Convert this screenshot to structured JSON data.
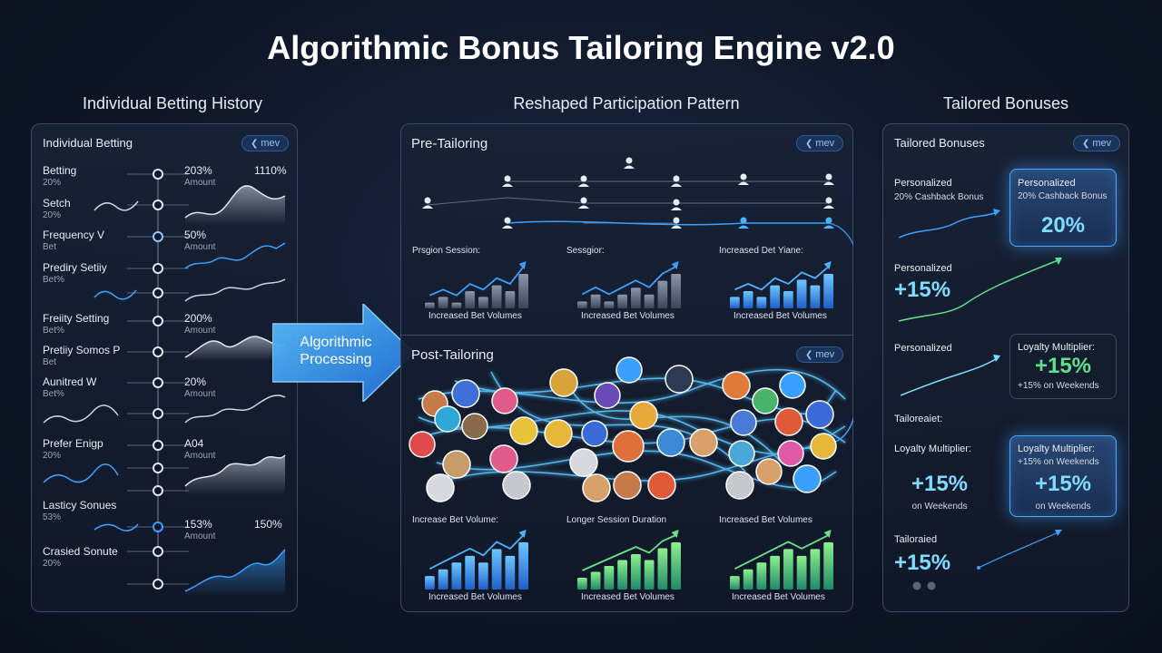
{
  "title": "Algorithmic Bonus Tailoring Engine v2.0",
  "columns": {
    "left": "Individual Betting History",
    "middle": "Reshaped Participation Pattern",
    "right": "Tailored Bonuses"
  },
  "left_panel": {
    "title": "Individual Betting",
    "pill": "mev",
    "rows": [
      {
        "label": "Betting",
        "sub": "20%",
        "pct": "203%",
        "amt": "Amount",
        "pct2": "1110%"
      },
      {
        "label": "Setch",
        "sub": "20%"
      },
      {
        "label": "Frequency   V",
        "sub": "Bet",
        "pct": "50%",
        "amt": "Amount"
      },
      {
        "label": "Prediry Setiiy",
        "sub": "Bet%"
      },
      {
        "label": "Freiity Setting",
        "sub": "Bet%",
        "pct": "200%",
        "amt": "Amount"
      },
      {
        "label": "Pretiiy Somos P",
        "sub": "Bet"
      },
      {
        "label": "Aunitred W",
        "sub": "Bet%",
        "pct": "20%",
        "amt": "Amount"
      },
      {
        "label": "Prefer Enigp",
        "sub": "20%",
        "pct": "A04",
        "amt": "Amount"
      },
      {
        "label": "Lasticy Sonues",
        "sub": "53%",
        "pct": "153%",
        "amt": "Amount",
        "pct2": "150%"
      },
      {
        "label": "Crasied Sonute",
        "sub": "20%"
      }
    ]
  },
  "arrow": {
    "line1": "Algorithmic",
    "line2": "Processing"
  },
  "pre": {
    "title": "Pre-Tailoring",
    "pill": "mev",
    "charts": [
      {
        "title": "Prsgion Session:",
        "caption": "Increased Bet Volumes"
      },
      {
        "title": "Sessgior:",
        "caption": "Increased Bet Volumes"
      },
      {
        "title": "Increased Det Yiane:",
        "caption": "Increased Bet Volumes"
      }
    ]
  },
  "post": {
    "title": "Post-Tailoring",
    "pill": "mev",
    "charts": [
      {
        "title": "Increase Bet Volume:",
        "caption": "Increased Bet Volumes"
      },
      {
        "title": "Longer Session Duration",
        "caption": "Increased Bet Volumes"
      },
      {
        "title": "Increased Bet Volumes",
        "caption": "Increased Bet Volumes"
      }
    ]
  },
  "right_panel": {
    "title": "Tailored Bonuses",
    "pill": "mev",
    "r1_label1": "Personalized",
    "r1_label2": "20% Cashback Bonus",
    "card1_title": "Personalized",
    "card1_sub": "20% Cashback Bonus",
    "card1_value": "20%",
    "r2_label": "Personalized",
    "r2_value": "+15%",
    "r3_label": "Personalized",
    "card2_title": "Loyalty Multiplier:",
    "card2_value": "+15%",
    "card2_sub": "+15% on Weekends",
    "r4_label": "Tailoreaiet:",
    "r5_label": "Loyalty Multiplier:",
    "r5_value": "+15%",
    "r5_sub": "on Weekends",
    "card3_title": "Loyalty Multiplier:",
    "card3_sub1": "+15% on Weekends",
    "card3_value": "+15%",
    "card3_sub2": "on Weekends",
    "r6_label": "Tailoraied",
    "r6_value": "+15%"
  },
  "colors": {
    "accent": "#4aa8ff",
    "green": "#5fe08a",
    "cyan": "#7fdcff"
  },
  "chart_data": [
    {
      "type": "bar",
      "values": [
        1,
        2,
        1,
        3,
        2,
        4,
        3,
        6
      ],
      "color": "gray"
    },
    {
      "type": "bar",
      "values": [
        1,
        2,
        1,
        2,
        3,
        2,
        4,
        5
      ],
      "color": "gray"
    },
    {
      "type": "bar",
      "values": [
        2,
        3,
        2,
        4,
        3,
        5,
        4,
        6
      ],
      "color": "blue"
    },
    {
      "type": "bar",
      "values": [
        2,
        3,
        4,
        5,
        4,
        6,
        5,
        7
      ],
      "color": "blue"
    },
    {
      "type": "bar",
      "values": [
        2,
        3,
        4,
        5,
        6,
        5,
        7,
        8
      ],
      "color": "green"
    },
    {
      "type": "bar",
      "values": [
        2,
        3,
        4,
        5,
        6,
        5,
        6,
        7
      ],
      "color": "green"
    }
  ]
}
